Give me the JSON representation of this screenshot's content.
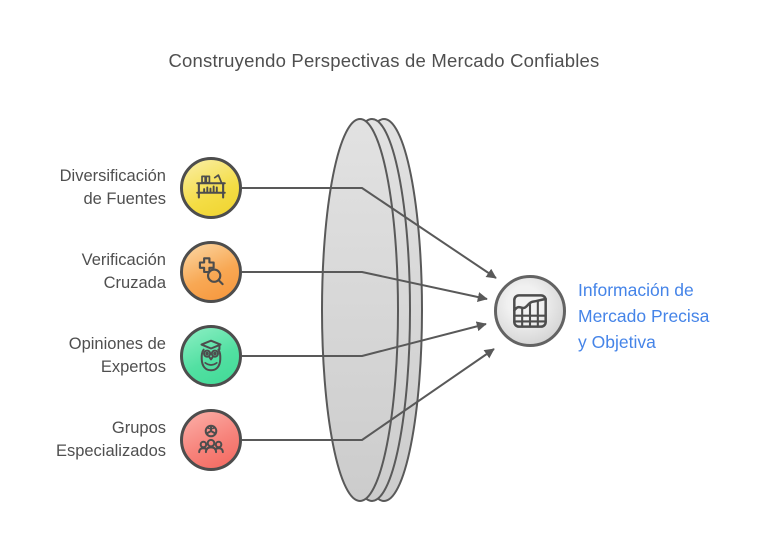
{
  "title": "Construyendo Perspectivas de Mercado Confiables",
  "colors": {
    "title_text": "#4f4f4f",
    "label_text": "#4f4f4f",
    "result_text": "#4584e8",
    "line_stroke": "#595959",
    "icon_stroke": "#4d4d4d",
    "lens_fill_top": "#e0e0e0",
    "lens_fill_bottom": "#cecece",
    "source_yellow": "#f2d93b",
    "source_orange": "#f79a3d",
    "source_green": "#46dc9a",
    "source_red": "#f56b62",
    "result_circle_fill": "#e3e3e3"
  },
  "sources": [
    {
      "label": "Diversificación de Fuentes",
      "lines": [
        "Diversificación",
        "de Fuentes"
      ],
      "icon": "bookshelf-chart-icon",
      "color": "#f2d93b"
    },
    {
      "label": "Verificación Cruzada",
      "lines": [
        "Verificación",
        "Cruzada"
      ],
      "icon": "cross-magnifier-icon",
      "color": "#f79a3d"
    },
    {
      "label": "Opiniones de Expertos",
      "lines": [
        "Opiniones de",
        "Expertos"
      ],
      "icon": "graduate-owl-icon",
      "color": "#46dc9a"
    },
    {
      "label": "Grupos Especializados",
      "lines": [
        "Grupos",
        "Especializados"
      ],
      "icon": "globe-people-icon",
      "color": "#f56b62"
    }
  ],
  "lens": {
    "name": "convergence-lens",
    "arrow_count": 4
  },
  "result": {
    "label": "Información de Mercado Precisa y Objetiva",
    "lines": [
      "Información de",
      "Mercado Precisa",
      "y Objetiva"
    ],
    "icon": "market-chart-icon"
  }
}
